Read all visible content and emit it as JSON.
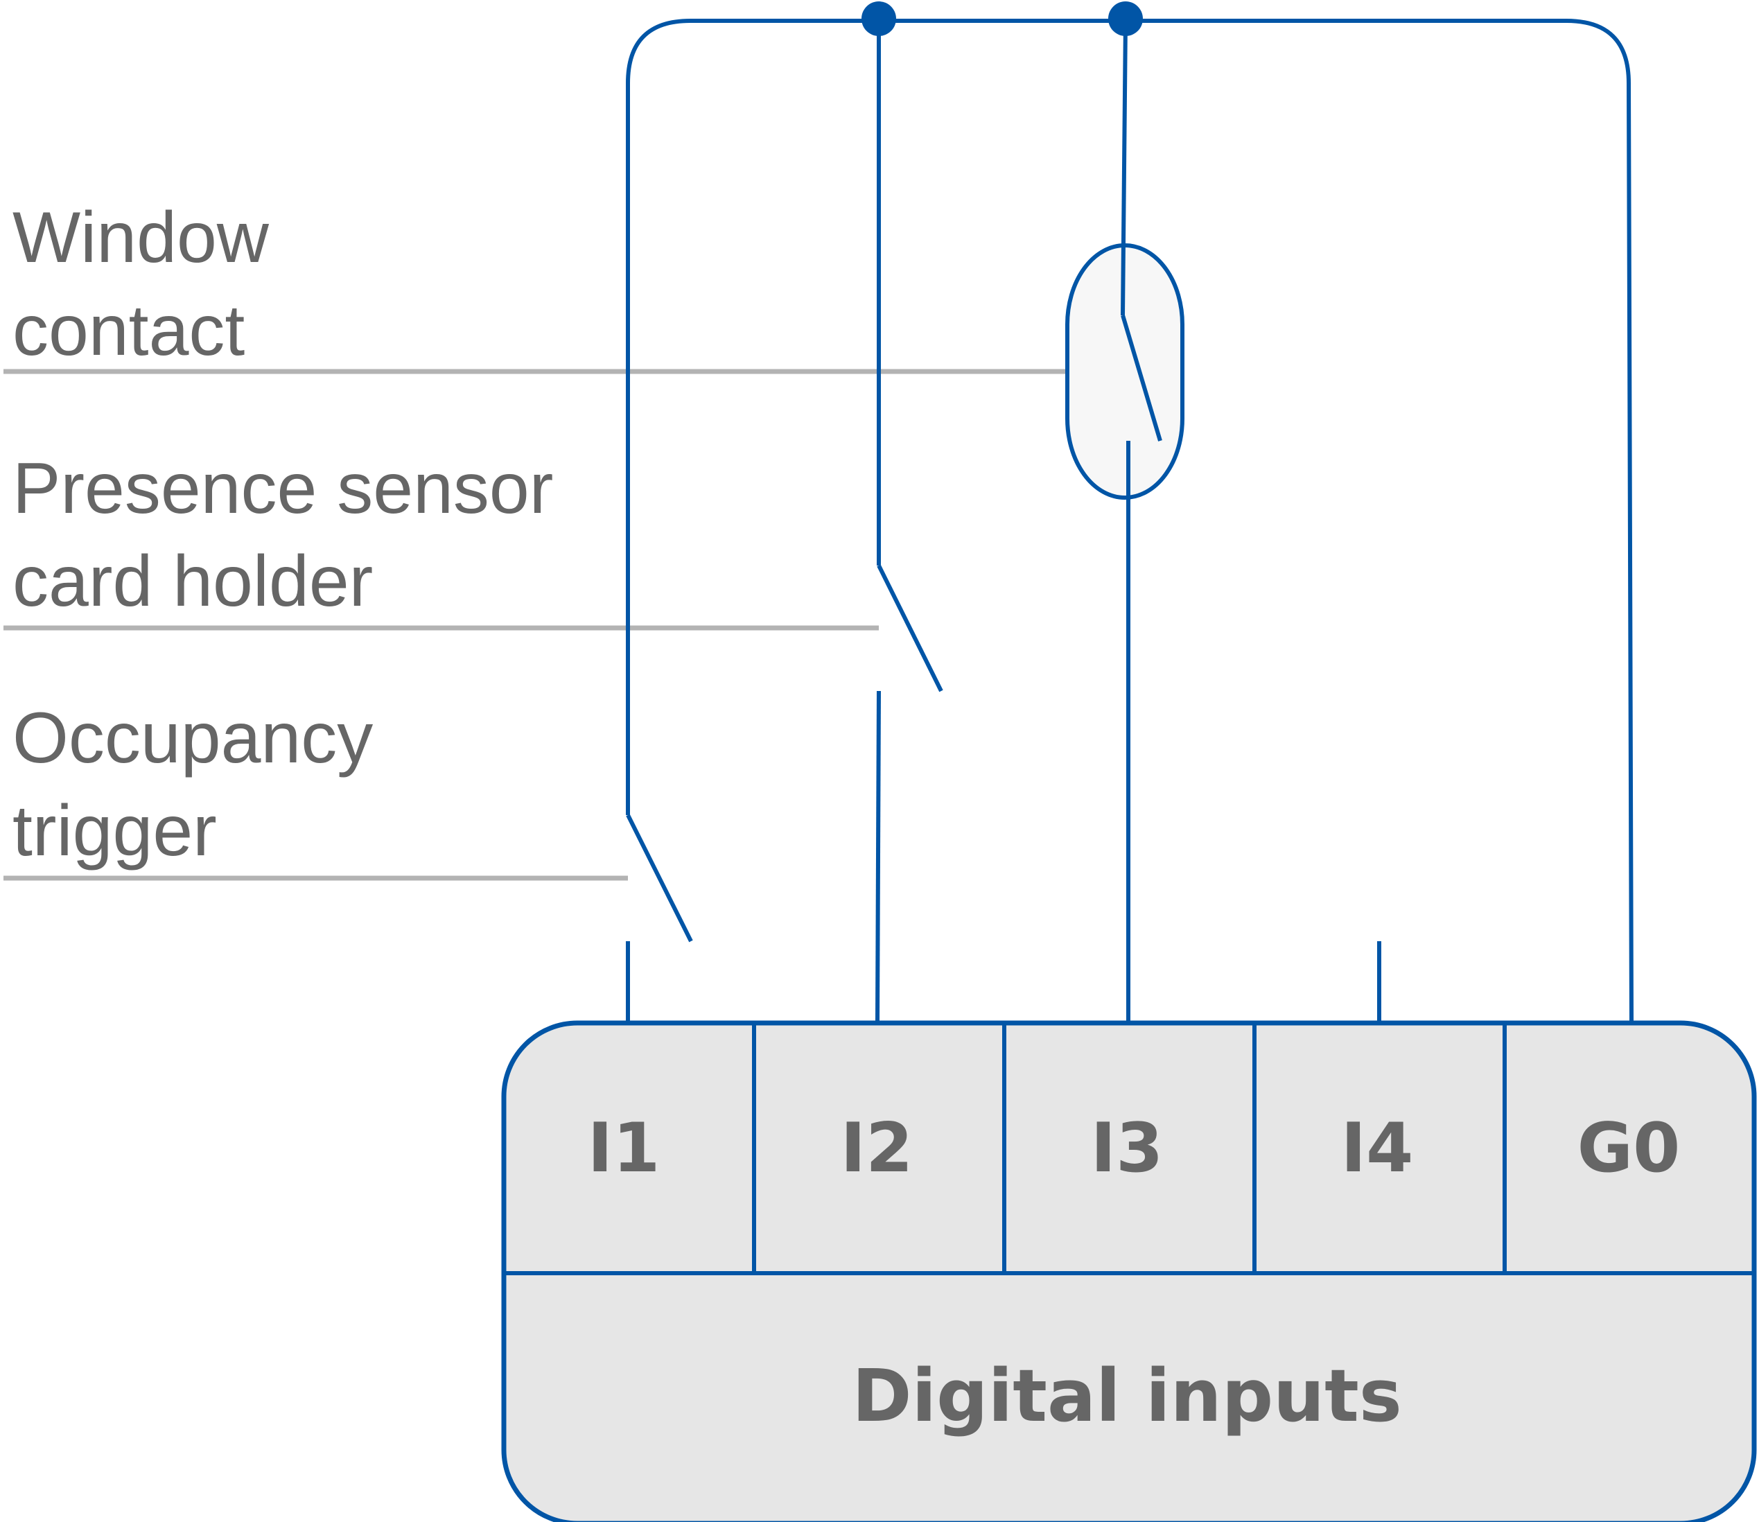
{
  "labels": {
    "window_contact": [
      "Window",
      "contact"
    ],
    "presence_sensor": [
      "Presence sensor",
      "card holder"
    ],
    "occupancy_trigger": [
      "Occupancy",
      "trigger"
    ]
  },
  "terminals": [
    "I1",
    "I2",
    "I3",
    "I4",
    "G0"
  ],
  "block_title": "Digital inputs",
  "colors": {
    "wire": "#0155a6",
    "leader": "#b3b3b3",
    "block_fill": "#e6e6e6",
    "reed_fill": "#f7f7f7",
    "text": "#666666"
  }
}
